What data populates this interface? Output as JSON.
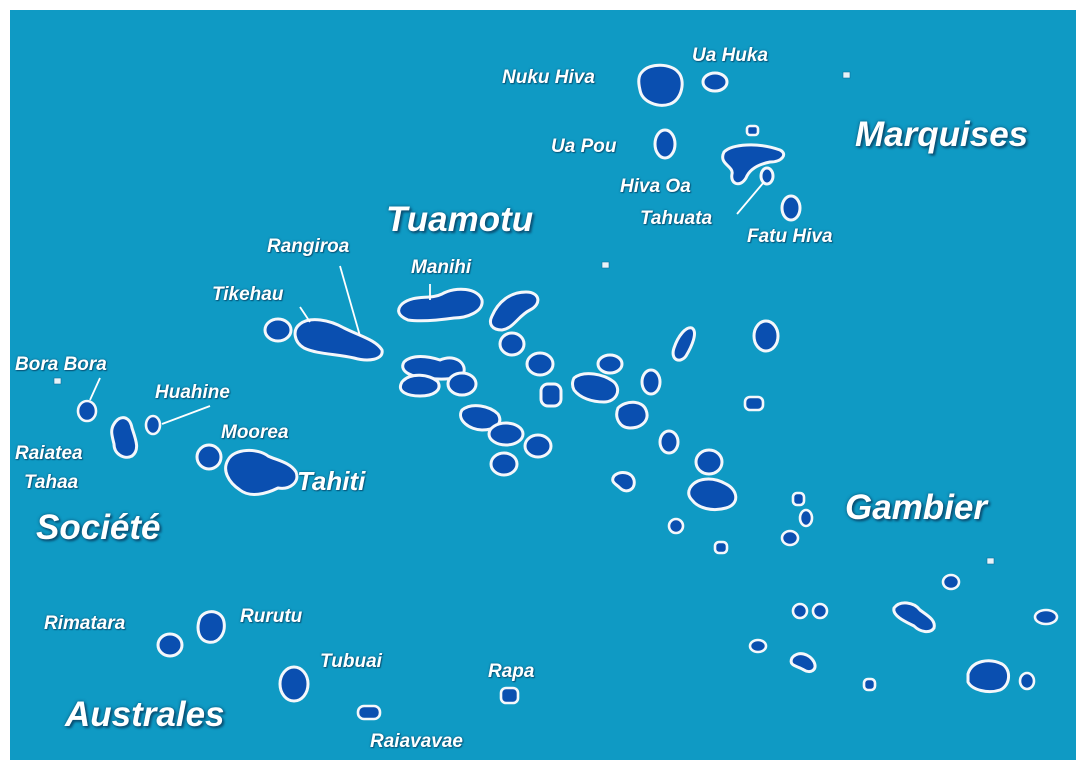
{
  "map": {
    "background_color": "#0f9ac4",
    "island_fill_color": "#0a4fb0",
    "island_outline_color": "#f4f7fb",
    "archipelagos": {
      "marquises": "Marquises",
      "tuamotu": "Tuamotu",
      "societe": "Société",
      "gambier": "Gambier",
      "australes": "Australes"
    },
    "islands": {
      "nuku_hiva": "Nuku Hiva",
      "ua_huka": "Ua Huka",
      "ua_pou": "Ua Pou",
      "hiva_oa": "Hiva Oa",
      "tahuata": "Tahuata",
      "fatu_hiva": "Fatu Hiva",
      "rangiroa": "Rangiroa",
      "manihi": "Manihi",
      "tikehau": "Tikehau",
      "bora_bora": "Bora Bora",
      "huahine": "Huahine",
      "moorea": "Moorea",
      "raiatea": "Raiatea",
      "tahaa": "Tahaa",
      "tahiti": "Tahiti",
      "rimatara": "Rimatara",
      "rurutu": "Rurutu",
      "tubuai": "Tubuai",
      "rapa": "Rapa",
      "raiavavae": "Raiavavae"
    }
  }
}
